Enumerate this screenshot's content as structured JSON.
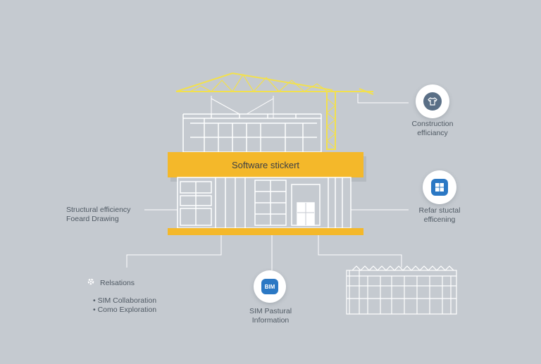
{
  "banner": {
    "label": "Software stickert"
  },
  "nodes": {
    "top_right": {
      "line1": "Construction",
      "line2": "efficiancy",
      "icon": "shirt-icon"
    },
    "mid_right": {
      "line1": "Refar stuctal",
      "line2": "efficening",
      "icon": "windows-icon"
    },
    "bottom_center": {
      "line1": "SIM Pastural",
      "line2": "Information",
      "icon": "bim-icon",
      "icon_text": "BIM"
    },
    "left": {
      "line1": "Structural efficiency",
      "line2": "Foeard Drawing"
    },
    "bottom_left": {
      "title": "Relsations",
      "item1": "SIM Collaboration",
      "item2": "Como Exploration",
      "icon": "gear-icon"
    }
  },
  "colors": {
    "background": "#c5cad0",
    "accent_yellow": "#f4b82a",
    "crane_yellow": "#f2e04e",
    "line_white": "#ffffff",
    "icon_blue": "#2b78c4"
  }
}
